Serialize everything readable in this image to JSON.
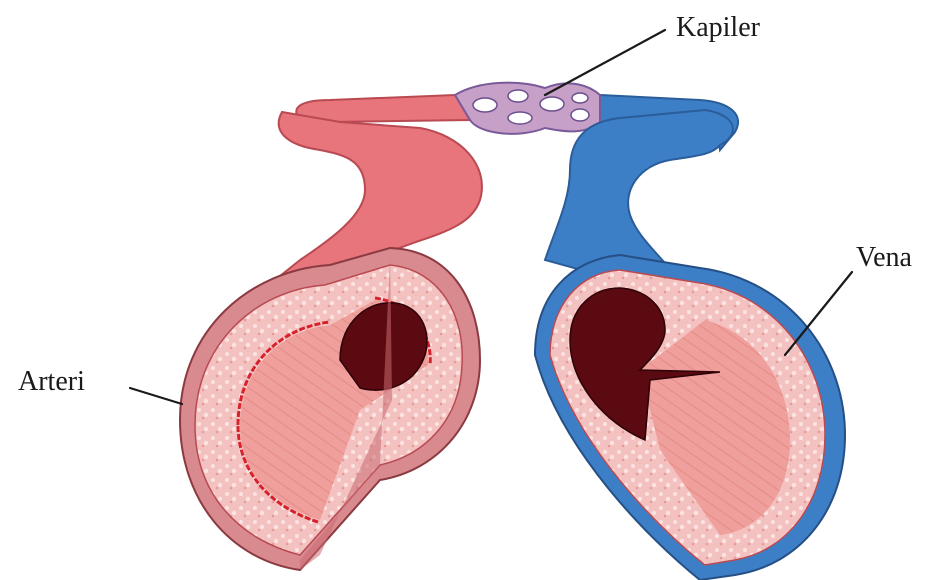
{
  "labels": {
    "capillary": "Kapiler",
    "vein": "Vena",
    "artery": "Arteri"
  },
  "colors": {
    "artery_wall": "#e8747c",
    "artery_muscle": "#f2a7a3",
    "artery_lumen": "#5a0a10",
    "artery_elastic": "#d8222b",
    "vein_wall": "#3d7fc6",
    "vein_muscle": "#f2a7a3",
    "vein_lumen": "#5a0a10",
    "text": "#1a1a1a"
  }
}
